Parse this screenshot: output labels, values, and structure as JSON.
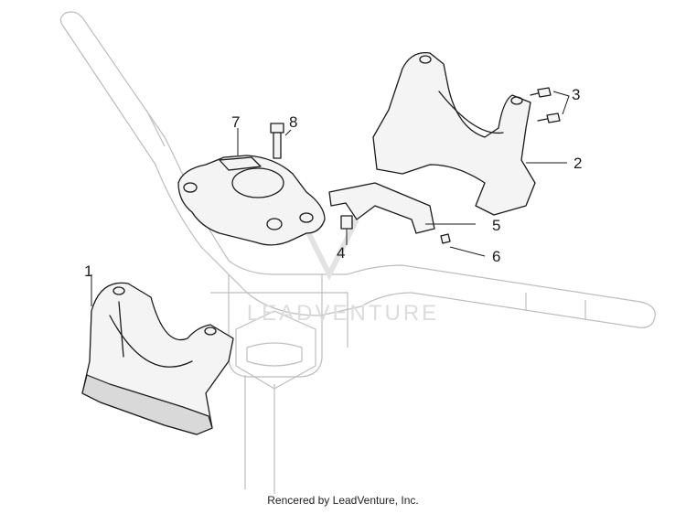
{
  "diagram": {
    "callouts": [
      {
        "id": "1",
        "label": "1"
      },
      {
        "id": "2",
        "label": "2"
      },
      {
        "id": "3",
        "label": "3"
      },
      {
        "id": "4",
        "label": "4"
      },
      {
        "id": "5",
        "label": "5"
      },
      {
        "id": "6",
        "label": "6"
      },
      {
        "id": "7",
        "label": "7"
      },
      {
        "id": "8",
        "label": "8"
      }
    ],
    "watermark": "LEADVENTURE",
    "footer": "Rencered by LeadVenture, Inc."
  }
}
